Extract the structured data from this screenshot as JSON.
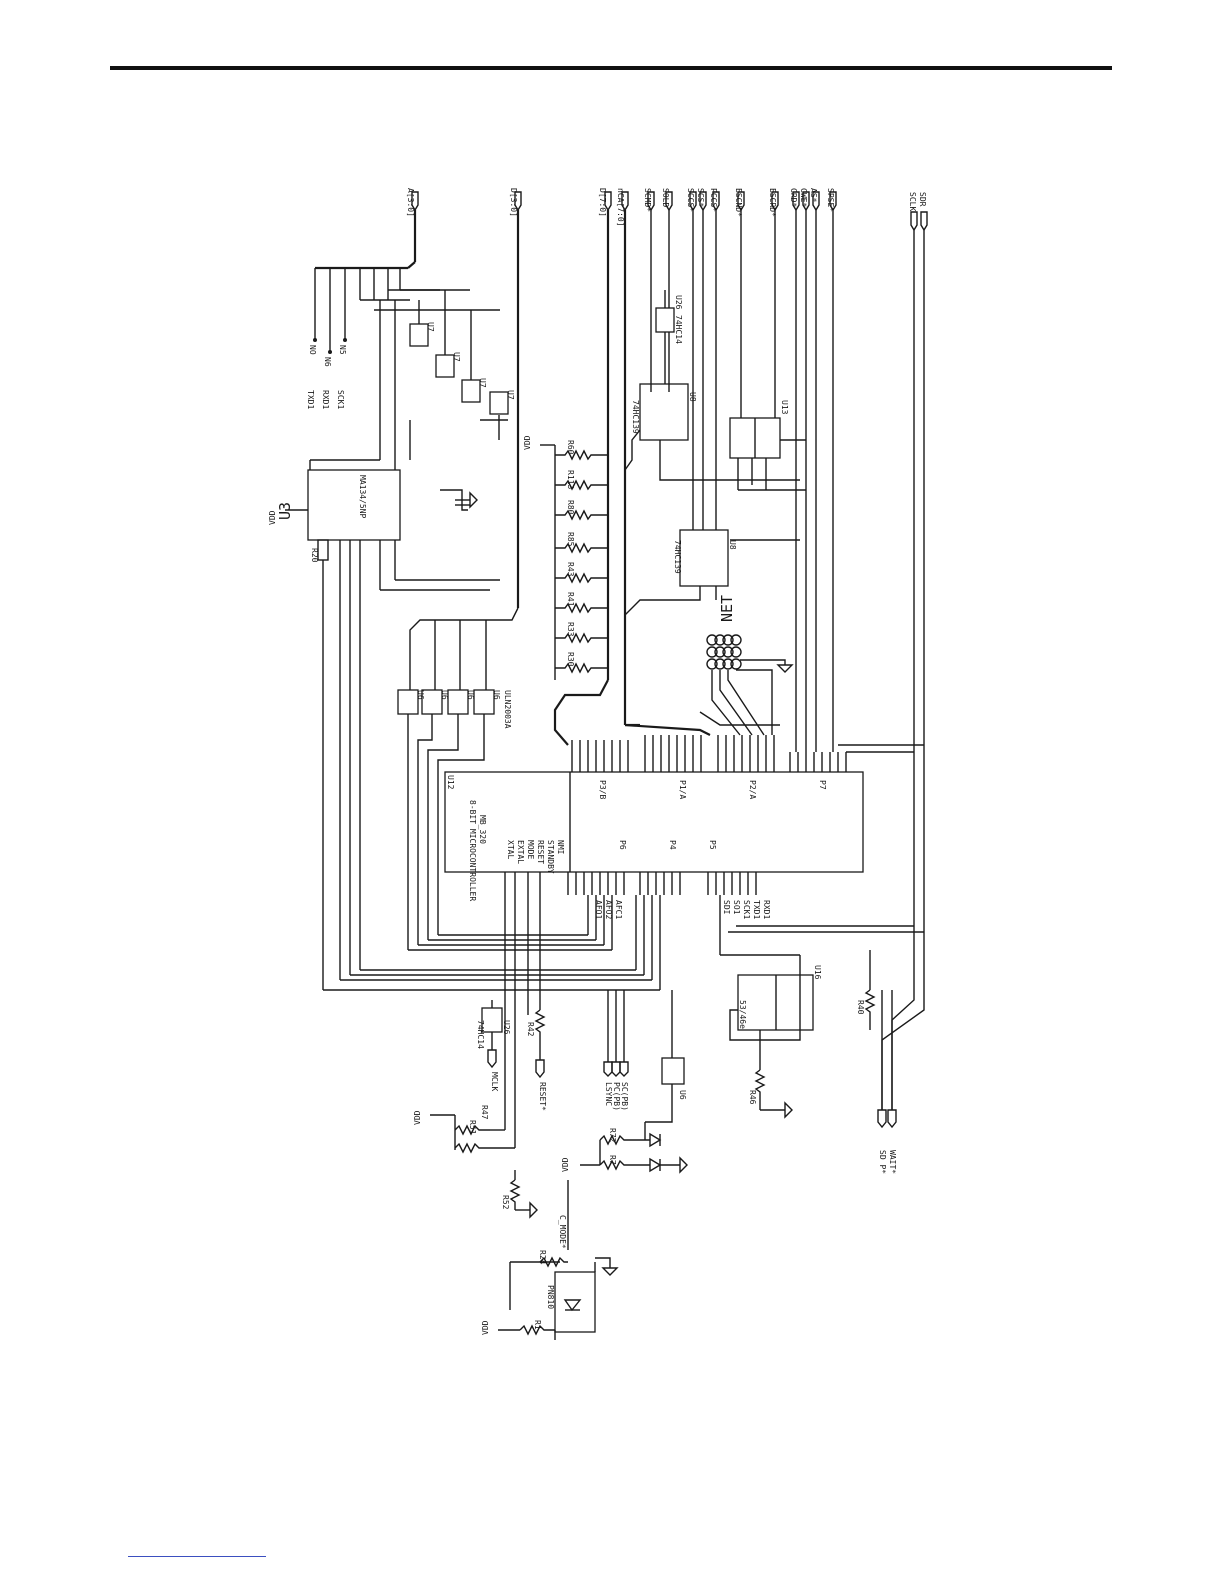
{
  "sheet": {
    "connectors_top": [
      "A[3:0]",
      "D[3:0]",
      "D[7:0]",
      "nCA[7:0]",
      "SCMD*",
      "SOLD",
      "SCCS*",
      "SCS*",
      "PCCS*",
      "ESCND*",
      "ESCRD*",
      "CRD*",
      "CWE*",
      "AS*",
      "SPSE*",
      "SCLK",
      "SDR"
    ],
    "connectors_bottom": [
      "LSYNC",
      "PC(PB)",
      "SC(PB)",
      "RESET*",
      "MCLK",
      "SD P*",
      "WAIT*",
      "C_MODE*"
    ],
    "components": {
      "u3": {
        "ref": "U3",
        "part": "MA134/5NP"
      },
      "u12": {
        "ref": "U12",
        "part": "8-BIT MICROCONTROLLER",
        "sub": "MB_320"
      },
      "u6": {
        "ref": "U6",
        "part": "ULN2003A"
      },
      "u8a": {
        "ref": "U8",
        "part": "74HC139"
      },
      "u8b": {
        "ref": "U8",
        "part": "74HC139"
      },
      "u13": {
        "ref": "U13"
      },
      "u16": {
        "ref": "U16",
        "part": "53/46e"
      },
      "u26a": {
        "ref": "U26",
        "part": "74HC14"
      },
      "u26b": {
        "ref": "U26",
        "part": "74HC14"
      },
      "u7": {
        "ref": "U7"
      },
      "net": {
        "ref": "NET"
      },
      "pnb": {
        "ref": "PN810"
      }
    },
    "resistors": [
      "R60",
      "R113",
      "R80",
      "R85",
      "R43",
      "R41",
      "R33",
      "R30",
      "R20",
      "R46",
      "R51",
      "R47",
      "R42",
      "R52",
      "R24",
      "R1",
      "R72",
      "R7",
      "R40"
    ],
    "power": [
      "VDD",
      "VDD",
      "VDD",
      "VDD",
      "VDD"
    ],
    "ports": [
      "P3/B",
      "P1/A",
      "P2/A",
      "P7",
      "P6",
      "P4",
      "P5"
    ],
    "pin_labels": [
      "XTAL",
      "EXTAL",
      "MODE",
      "RESET",
      "STANDBY",
      "NMI",
      "AFO1",
      "AFO2",
      "AFC1",
      "SDI",
      "SO1",
      "SCK1",
      "TXD1",
      "RXD1"
    ],
    "side_labels": [
      "TXD1",
      "RXD1",
      "SCK1",
      "NO",
      "N6",
      "N5"
    ]
  }
}
